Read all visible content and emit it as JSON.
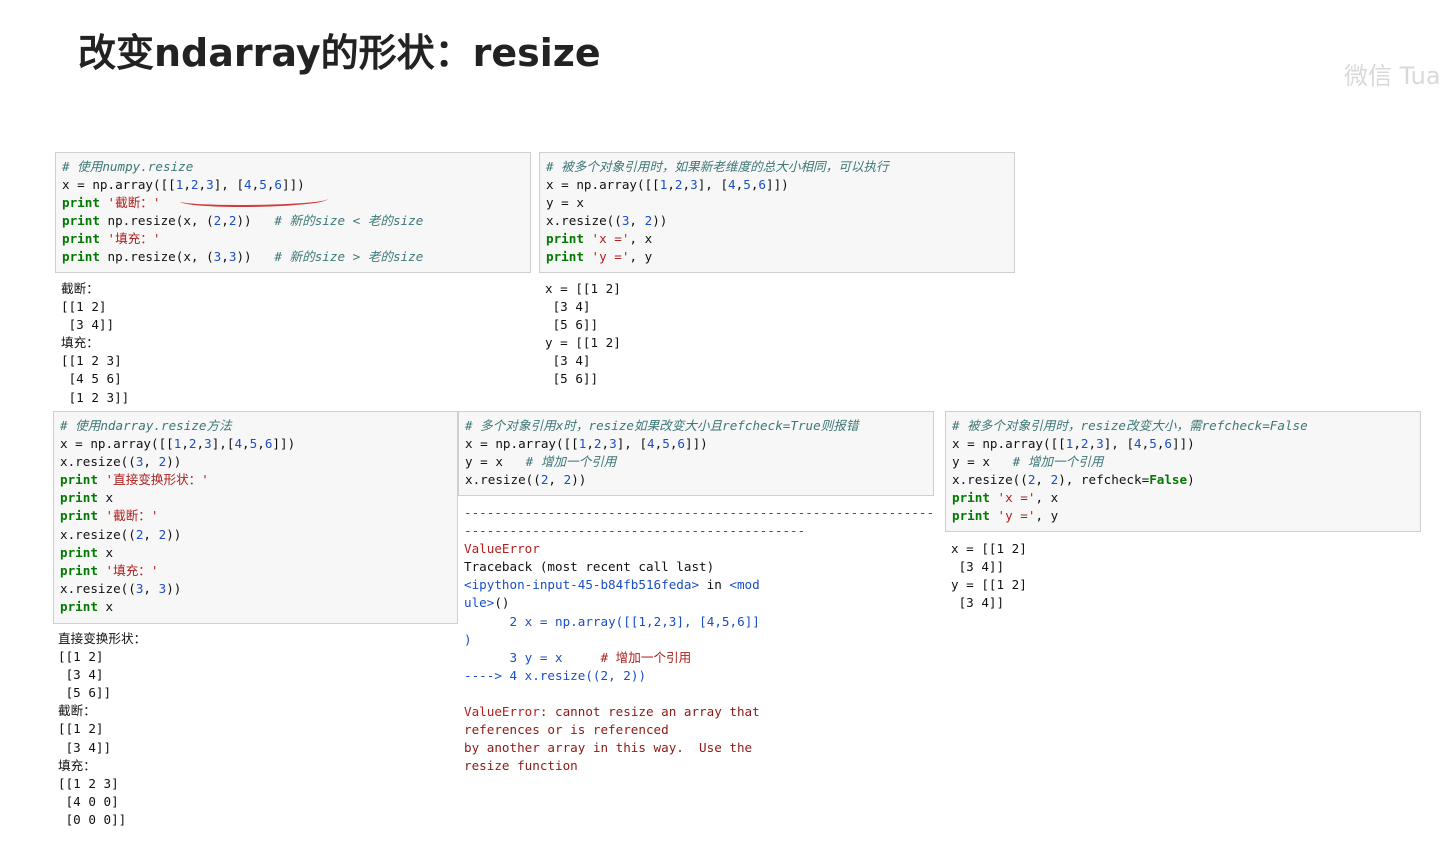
{
  "slide": {
    "title": "改变ndarray的形状：resize",
    "watermark": "微信 Tua"
  },
  "cells": [
    {
      "id": "cell1",
      "input": [
        [
          {
            "t": "# 使用numpy.resize",
            "c": "cm"
          }
        ],
        [
          {
            "t": "x = np.array([[",
            "c": ""
          },
          {
            "t": "1",
            "c": "nm"
          },
          {
            "t": ",",
            "c": ""
          },
          {
            "t": "2",
            "c": "nm"
          },
          {
            "t": ",",
            "c": ""
          },
          {
            "t": "3",
            "c": "nm"
          },
          {
            "t": "], [",
            "c": ""
          },
          {
            "t": "4",
            "c": "nm"
          },
          {
            "t": ",",
            "c": ""
          },
          {
            "t": "5",
            "c": "nm"
          },
          {
            "t": ",",
            "c": ""
          },
          {
            "t": "6",
            "c": "nm"
          },
          {
            "t": "]])",
            "c": ""
          }
        ],
        [
          {
            "t": "print",
            "c": "kw"
          },
          {
            "t": " ",
            "c": ""
          },
          {
            "t": "'截断：'",
            "c": "st"
          }
        ],
        [
          {
            "t": "print",
            "c": "kw"
          },
          {
            "t": " np.resize(x, (",
            "c": ""
          },
          {
            "t": "2",
            "c": "nm"
          },
          {
            "t": ",",
            "c": ""
          },
          {
            "t": "2",
            "c": "nm"
          },
          {
            "t": "))   ",
            "c": ""
          },
          {
            "t": "# 新的size < 老的size",
            "c": "cm"
          }
        ],
        [
          {
            "t": "print",
            "c": "kw"
          },
          {
            "t": " ",
            "c": ""
          },
          {
            "t": "'填充：'",
            "c": "st"
          }
        ],
        [
          {
            "t": "print",
            "c": "kw"
          },
          {
            "t": " np.resize(x, (",
            "c": ""
          },
          {
            "t": "3",
            "c": "nm"
          },
          {
            "t": ",",
            "c": ""
          },
          {
            "t": "3",
            "c": "nm"
          },
          {
            "t": "))   ",
            "c": ""
          },
          {
            "t": "# 新的size > 老的size",
            "c": "cm"
          }
        ]
      ],
      "output": [
        "截断：",
        "[[1 2]",
        " [3 4]]",
        "填充：",
        "[[1 2 3]",
        " [4 5 6]",
        " [1 2 3]]"
      ]
    },
    {
      "id": "cell2",
      "input": [
        [
          {
            "t": "# 被多个对象引用时，如果新老维度的总大小相同，可以执行",
            "c": "cm"
          }
        ],
        [
          {
            "t": "x = np.array([[",
            "c": ""
          },
          {
            "t": "1",
            "c": "nm"
          },
          {
            "t": ",",
            "c": ""
          },
          {
            "t": "2",
            "c": "nm"
          },
          {
            "t": ",",
            "c": ""
          },
          {
            "t": "3",
            "c": "nm"
          },
          {
            "t": "], [",
            "c": ""
          },
          {
            "t": "4",
            "c": "nm"
          },
          {
            "t": ",",
            "c": ""
          },
          {
            "t": "5",
            "c": "nm"
          },
          {
            "t": ",",
            "c": ""
          },
          {
            "t": "6",
            "c": "nm"
          },
          {
            "t": "]])",
            "c": ""
          }
        ],
        [
          {
            "t": "y = x",
            "c": ""
          }
        ],
        [
          {
            "t": "x.resize((",
            "c": ""
          },
          {
            "t": "3",
            "c": "nm"
          },
          {
            "t": ", ",
            "c": ""
          },
          {
            "t": "2",
            "c": "nm"
          },
          {
            "t": "))",
            "c": ""
          }
        ],
        [
          {
            "t": "print",
            "c": "kw"
          },
          {
            "t": " ",
            "c": ""
          },
          {
            "t": "'x ='",
            "c": "st"
          },
          {
            "t": ", x",
            "c": ""
          }
        ],
        [
          {
            "t": "print",
            "c": "kw"
          },
          {
            "t": " ",
            "c": ""
          },
          {
            "t": "'y ='",
            "c": "st"
          },
          {
            "t": ", y",
            "c": ""
          }
        ]
      ],
      "output": [
        "x = [[1 2]",
        " [3 4]",
        " [5 6]]",
        "y = [[1 2]",
        " [3 4]",
        " [5 6]]"
      ]
    },
    {
      "id": "cell3",
      "input": [
        [
          {
            "t": "# 使用ndarray.resize方法",
            "c": "cm"
          }
        ],
        [
          {
            "t": "x = np.array([[",
            "c": ""
          },
          {
            "t": "1",
            "c": "nm"
          },
          {
            "t": ",",
            "c": ""
          },
          {
            "t": "2",
            "c": "nm"
          },
          {
            "t": ",",
            "c": ""
          },
          {
            "t": "3",
            "c": "nm"
          },
          {
            "t": "],[",
            "c": ""
          },
          {
            "t": "4",
            "c": "nm"
          },
          {
            "t": ",",
            "c": ""
          },
          {
            "t": "5",
            "c": "nm"
          },
          {
            "t": ",",
            "c": ""
          },
          {
            "t": "6",
            "c": "nm"
          },
          {
            "t": "]])",
            "c": ""
          }
        ],
        [
          {
            "t": "x.resize((",
            "c": ""
          },
          {
            "t": "3",
            "c": "nm"
          },
          {
            "t": ", ",
            "c": ""
          },
          {
            "t": "2",
            "c": "nm"
          },
          {
            "t": "))",
            "c": ""
          }
        ],
        [
          {
            "t": "print",
            "c": "kw"
          },
          {
            "t": " ",
            "c": ""
          },
          {
            "t": "'直接变换形状：'",
            "c": "st"
          }
        ],
        [
          {
            "t": "print",
            "c": "kw"
          },
          {
            "t": " x",
            "c": ""
          }
        ],
        [
          {
            "t": "print",
            "c": "kw"
          },
          {
            "t": " ",
            "c": ""
          },
          {
            "t": "'截断：'",
            "c": "st"
          }
        ],
        [
          {
            "t": "x.resize((",
            "c": ""
          },
          {
            "t": "2",
            "c": "nm"
          },
          {
            "t": ", ",
            "c": ""
          },
          {
            "t": "2",
            "c": "nm"
          },
          {
            "t": "))",
            "c": ""
          }
        ],
        [
          {
            "t": "print",
            "c": "kw"
          },
          {
            "t": " x",
            "c": ""
          }
        ],
        [
          {
            "t": "print",
            "c": "kw"
          },
          {
            "t": " ",
            "c": ""
          },
          {
            "t": "'填充：'",
            "c": "st"
          }
        ],
        [
          {
            "t": "x.resize((",
            "c": ""
          },
          {
            "t": "3",
            "c": "nm"
          },
          {
            "t": ", ",
            "c": ""
          },
          {
            "t": "3",
            "c": "nm"
          },
          {
            "t": "))",
            "c": ""
          }
        ],
        [
          {
            "t": "print",
            "c": "kw"
          },
          {
            "t": " x",
            "c": ""
          }
        ]
      ],
      "output": [
        "直接变换形状：",
        "[[1 2]",
        " [3 4]",
        " [5 6]]",
        "截断：",
        "[[1 2]",
        " [3 4]]",
        "填充：",
        "[[1 2 3]",
        " [4 0 0]",
        " [0 0 0]]"
      ]
    },
    {
      "id": "cell4",
      "input": [
        [
          {
            "t": "# 多个对象引用x时，resize如果改变大小且refcheck=True则报错",
            "c": "cm"
          }
        ],
        [
          {
            "t": "x = np.array([[",
            "c": ""
          },
          {
            "t": "1",
            "c": "nm"
          },
          {
            "t": ",",
            "c": ""
          },
          {
            "t": "2",
            "c": "nm"
          },
          {
            "t": ",",
            "c": ""
          },
          {
            "t": "3",
            "c": "nm"
          },
          {
            "t": "], [",
            "c": ""
          },
          {
            "t": "4",
            "c": "nm"
          },
          {
            "t": ",",
            "c": ""
          },
          {
            "t": "5",
            "c": "nm"
          },
          {
            "t": ",",
            "c": ""
          },
          {
            "t": "6",
            "c": "nm"
          },
          {
            "t": "]])",
            "c": ""
          }
        ],
        [
          {
            "t": "y = x   ",
            "c": ""
          },
          {
            "t": "# 增加一个引用",
            "c": "cm"
          }
        ],
        [
          {
            "t": "x.resize((",
            "c": ""
          },
          {
            "t": "2",
            "c": "nm"
          },
          {
            "t": ", ",
            "c": ""
          },
          {
            "t": "2",
            "c": "nm"
          },
          {
            "t": "))",
            "c": ""
          }
        ]
      ],
      "error": [
        [
          {
            "t": "---------------------------------------------------------------------------",
            "c": "sep"
          }
        ],
        [
          {
            "t": "---------------------------------------------",
            "c": "sep"
          }
        ],
        [
          {
            "t": "ValueError",
            "c": "err"
          }
        ],
        [
          {
            "t": "Traceback (most recent call last)",
            "c": ""
          }
        ],
        [
          {
            "t": "<ipython-input-45-b84fb516feda>",
            "c": "nm"
          },
          {
            "t": " in ",
            "c": ""
          },
          {
            "t": "<mod",
            "c": "nm"
          }
        ],
        [
          {
            "t": "ule>",
            "c": "nm"
          },
          {
            "t": "()",
            "c": ""
          }
        ],
        [
          {
            "t": "      2 x ",
            "c": "nm"
          },
          {
            "t": "= np.array([[",
            "c": "nm"
          },
          {
            "t": "1",
            "c": "nm"
          },
          {
            "t": ",",
            "c": "nm"
          },
          {
            "t": "2",
            "c": "nm"
          },
          {
            "t": ",",
            "c": "nm"
          },
          {
            "t": "3",
            "c": "nm"
          },
          {
            "t": "], [",
            "c": "nm"
          },
          {
            "t": "4",
            "c": "nm"
          },
          {
            "t": ",",
            "c": "nm"
          },
          {
            "t": "5",
            "c": "nm"
          },
          {
            "t": ",",
            "c": "nm"
          },
          {
            "t": "6",
            "c": "nm"
          },
          {
            "t": "]]",
            "c": "nm"
          }
        ],
        [
          {
            "t": ")",
            "c": "nm"
          }
        ],
        [
          {
            "t": "      3 y ",
            "c": "nm"
          },
          {
            "t": "= x     ",
            "c": "nm"
          },
          {
            "t": "# 增加一个引用",
            "c": "err"
          }
        ],
        [
          {
            "t": "----> 4 ",
            "c": "nm"
          },
          {
            "t": "x.resize((",
            "c": "nm"
          },
          {
            "t": "2",
            "c": "nm"
          },
          {
            "t": ", ",
            "c": "nm"
          },
          {
            "t": "2",
            "c": "nm"
          },
          {
            "t": "))",
            "c": "nm"
          }
        ],
        [
          {
            "t": "",
            "c": ""
          }
        ],
        [
          {
            "t": "ValueError",
            "c": "err"
          },
          {
            "t": ": cannot resize an array that",
            "c": "errtext"
          }
        ],
        [
          {
            "t": "references or is referenced",
            "c": "errtext"
          }
        ],
        [
          {
            "t": "by another array in this way.  Use the",
            "c": "errtext"
          }
        ],
        [
          {
            "t": "resize function",
            "c": "errtext"
          }
        ]
      ]
    },
    {
      "id": "cell5",
      "input": [
        [
          {
            "t": "# 被多个对象引用时，resize改变大小，需refcheck=False",
            "c": "cm"
          }
        ],
        [
          {
            "t": "x = np.array([[",
            "c": ""
          },
          {
            "t": "1",
            "c": "nm"
          },
          {
            "t": ",",
            "c": ""
          },
          {
            "t": "2",
            "c": "nm"
          },
          {
            "t": ",",
            "c": ""
          },
          {
            "t": "3",
            "c": "nm"
          },
          {
            "t": "], [",
            "c": ""
          },
          {
            "t": "4",
            "c": "nm"
          },
          {
            "t": ",",
            "c": ""
          },
          {
            "t": "5",
            "c": "nm"
          },
          {
            "t": ",",
            "c": ""
          },
          {
            "t": "6",
            "c": "nm"
          },
          {
            "t": "]])",
            "c": ""
          }
        ],
        [
          {
            "t": "y = x   ",
            "c": ""
          },
          {
            "t": "# 增加一个引用",
            "c": "cm"
          }
        ],
        [
          {
            "t": "x.resize((",
            "c": ""
          },
          {
            "t": "2",
            "c": "nm"
          },
          {
            "t": ", ",
            "c": ""
          },
          {
            "t": "2",
            "c": "nm"
          },
          {
            "t": "), refcheck=",
            "c": ""
          },
          {
            "t": "False",
            "c": "kw"
          },
          {
            "t": ")",
            "c": ""
          }
        ],
        [
          {
            "t": "print",
            "c": "kw"
          },
          {
            "t": " ",
            "c": ""
          },
          {
            "t": "'x ='",
            "c": "st"
          },
          {
            "t": ", x",
            "c": ""
          }
        ],
        [
          {
            "t": "print",
            "c": "kw"
          },
          {
            "t": " ",
            "c": ""
          },
          {
            "t": "'y ='",
            "c": "st"
          },
          {
            "t": ", y",
            "c": ""
          }
        ]
      ],
      "output": [
        "x = [[1 2]",
        " [3 4]]",
        "y = [[1 2]",
        " [3 4]]"
      ]
    }
  ]
}
